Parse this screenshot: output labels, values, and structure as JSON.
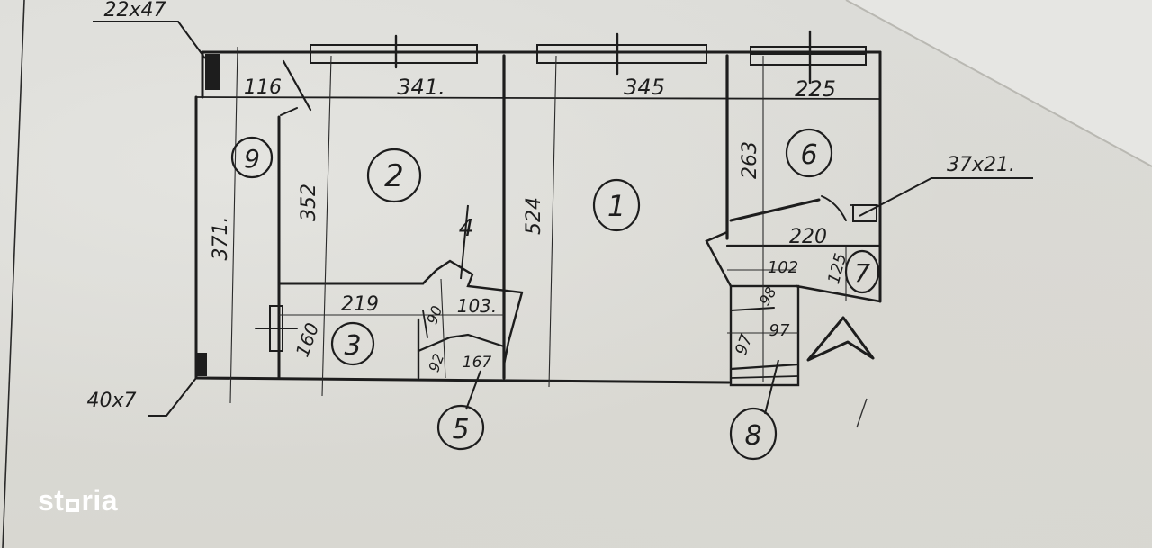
{
  "watermark": {
    "brand_prefix": "st",
    "brand_suffix": "ria"
  },
  "colors": {
    "paper": "#d9d8d3",
    "paper_fold": "#e6e6e3",
    "ink": "#1d1d1d",
    "logo": "#ffffff"
  },
  "rooms": [
    {
      "id": "1",
      "label": "1"
    },
    {
      "id": "2",
      "label": "2"
    },
    {
      "id": "3",
      "label": "3"
    },
    {
      "id": "4",
      "label": "4"
    },
    {
      "id": "5",
      "label": "5"
    },
    {
      "id": "6",
      "label": "6"
    },
    {
      "id": "7",
      "label": "7"
    },
    {
      "id": "8",
      "label": "8"
    },
    {
      "id": "9",
      "label": "9"
    }
  ],
  "dimensions": {
    "room9_width": "116",
    "room2_width": "341.",
    "room1_width": "345",
    "room6_width": "225",
    "room9_length": "371.",
    "room2_length": "352",
    "room1_length": "524",
    "room6_length": "263",
    "room3_width": "219",
    "room3_length": "160",
    "room4_width": "103.",
    "room4_depth": "90",
    "room5_width": "167",
    "room5_depth": "92",
    "hall_width": "220",
    "hall_depth": "102",
    "room7_length": "125",
    "room8_width": "97",
    "room8_top": "98",
    "room8_length": "97"
  },
  "callouts": {
    "top_left_column": "22x47",
    "bottom_left_column": "40x7",
    "right_duct": "37x21."
  },
  "north_arrow": "north-arrow"
}
